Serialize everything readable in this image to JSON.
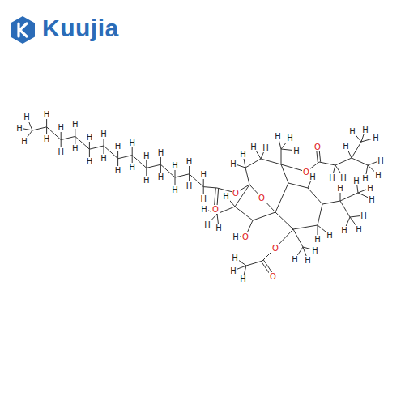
{
  "diagram": {
    "labels": [
      "Kuujia",
      "H",
      "H",
      "H",
      "H",
      "H",
      "H",
      "H",
      "H",
      "H",
      "H",
      "H",
      "H",
      "H",
      "H",
      "H",
      "H",
      "H",
      "H",
      "H",
      "H",
      "H",
      "H",
      "H",
      "H",
      "H",
      "H",
      "H",
      "O",
      "O",
      "H",
      "H",
      "H",
      "H",
      "H",
      "H",
      "H",
      "O",
      "O",
      "H",
      "H",
      "H",
      "H",
      "H",
      "H",
      "H",
      "H",
      "H",
      "O",
      "O",
      "H",
      "H",
      "H",
      "H",
      "H",
      "H",
      "H",
      "H",
      "H",
      "H",
      "H",
      "H",
      "H",
      "H",
      "H",
      "H",
      "H",
      "H",
      "O",
      "O",
      "H",
      "H",
      "H"
    ]
  }
}
